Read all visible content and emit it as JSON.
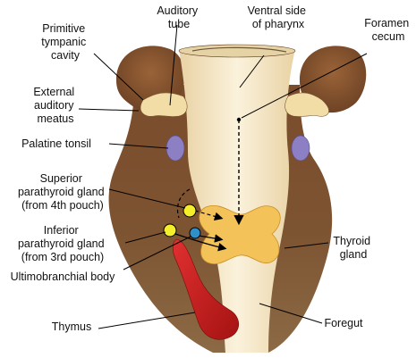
{
  "labels": {
    "auditory_tube": [
      "Auditory",
      "tube"
    ],
    "ventral_side": [
      "Ventral side",
      "of pharynx"
    ],
    "foramen_cecum": [
      "Foramen",
      "cecum"
    ],
    "primitive_tympanic_cavity": [
      "Primitive",
      "tympanic",
      "cavity"
    ],
    "external_auditory_meatus": [
      "External",
      "auditory",
      "meatus"
    ],
    "palatine_tonsil": [
      "Palatine tonsil"
    ],
    "superior_parathyroid": [
      "Superior",
      "parathyroid gland",
      "(from 4th pouch)"
    ],
    "inferior_parathyroid": [
      "Inferior",
      "parathyroid gland",
      "(from 3rd pouch)"
    ],
    "thyroid_gland": [
      "Thyroid",
      "gland"
    ],
    "ultimobranchial_body": [
      "Ultimobranchial body"
    ],
    "thymus": [
      "Thymus"
    ],
    "foregut": [
      "Foregut"
    ]
  },
  "colors": {
    "brown": "#8a5a35",
    "brown_dark": "#5e3a1e",
    "pharynx_cream": "#f6e7c4",
    "gland_yellow": "#f3c35a",
    "tonsil_purple": "#8d7fc4",
    "parathyroid_yellow": "#f4ef2a",
    "ultimobranchial_blue": "#2e8fc9",
    "thymus_red": "#c81f1f"
  }
}
